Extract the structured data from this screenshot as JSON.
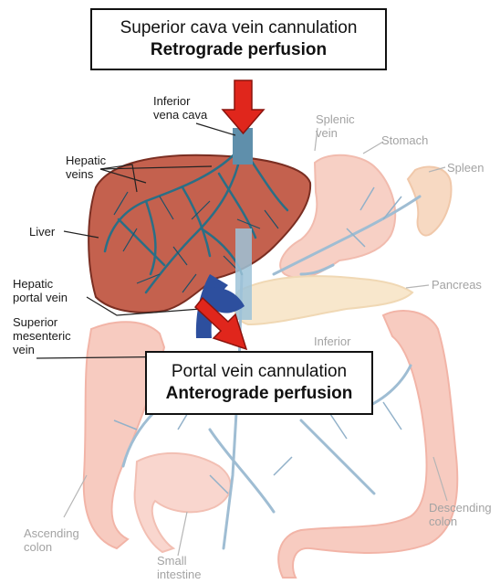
{
  "callouts": {
    "top": {
      "line1": "Superior cava vein cannulation",
      "line2": "Retrograde perfusion"
    },
    "bottom": {
      "line1": "Portal vein cannulation",
      "line2": "Anterograde perfusion"
    }
  },
  "labels": {
    "inferior_vena_cava": [
      "Inferior",
      "vena cava"
    ],
    "hepatic_veins": [
      "Hepatic",
      "veins"
    ],
    "liver": "Liver",
    "hepatic_portal_vein": [
      "Hepatic",
      "portal vein"
    ],
    "superior_mesenteric_vein": [
      "Superior",
      "mesenteric",
      "vein"
    ],
    "splenic_vein": [
      "Splenic",
      "vein"
    ],
    "stomach": "Stomach",
    "spleen": "Spleen",
    "pancreas": "Pancreas",
    "inferior": "Inferior",
    "ascending_colon": [
      "Ascending",
      "colon"
    ],
    "descending_colon": [
      "Descending",
      "colon"
    ],
    "small_intestine": [
      "Small",
      "intestine"
    ]
  },
  "colors": {
    "arrow": "#e0261c",
    "liver": "#c4614e",
    "vessel": "#2a6f86",
    "portal_vein": "#2d4f9e",
    "faded_organ": "#f6c3b6",
    "faded_vessel": "#8fb2cc"
  }
}
